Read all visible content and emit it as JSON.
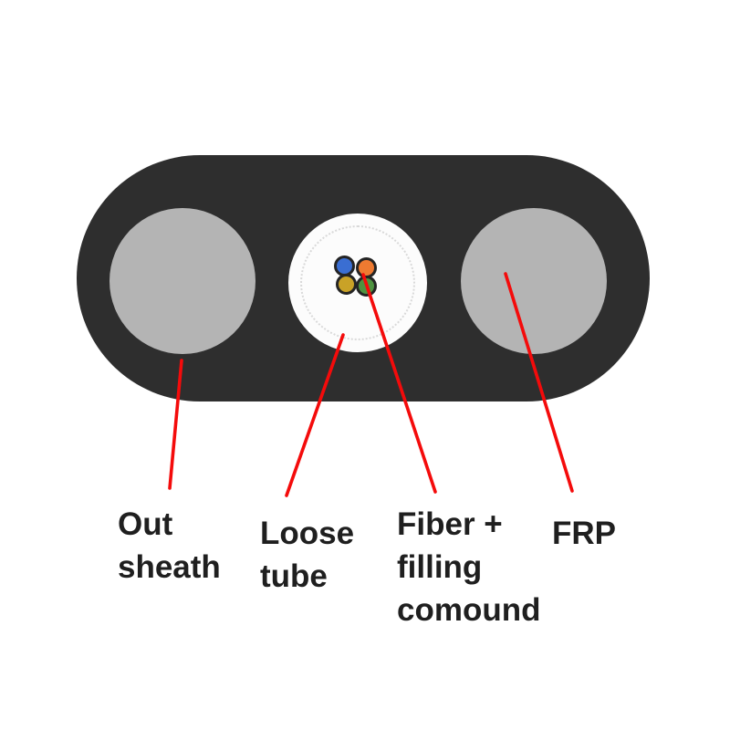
{
  "diagram": {
    "description": "fiber-optic-flat-drop-cable-cross-section",
    "labels": {
      "out_sheath": "Out\nsheath",
      "loose_tube": "Loose\ntube",
      "fiber_filling": "Fiber +\nfilling\ncomound",
      "frp": "FRP"
    },
    "fibers": [
      {
        "name": "fiber-blue",
        "color": "#3a6ed2"
      },
      {
        "name": "fiber-orange",
        "color": "#ee7a31"
      },
      {
        "name": "fiber-yellow",
        "color": "#c9a227"
      },
      {
        "name": "fiber-green",
        "color": "#4e9340"
      }
    ],
    "colors": {
      "background": "#ffffff",
      "sheath": "#2e2e2e",
      "strength_member": "#b4b4b4",
      "tube_fill": "#fcfcfc",
      "tube_dots": "#d9d9d9",
      "fiber_outline": "#242424",
      "leader_line": "#f40b0b",
      "label_text": "#1f1f1f"
    }
  }
}
